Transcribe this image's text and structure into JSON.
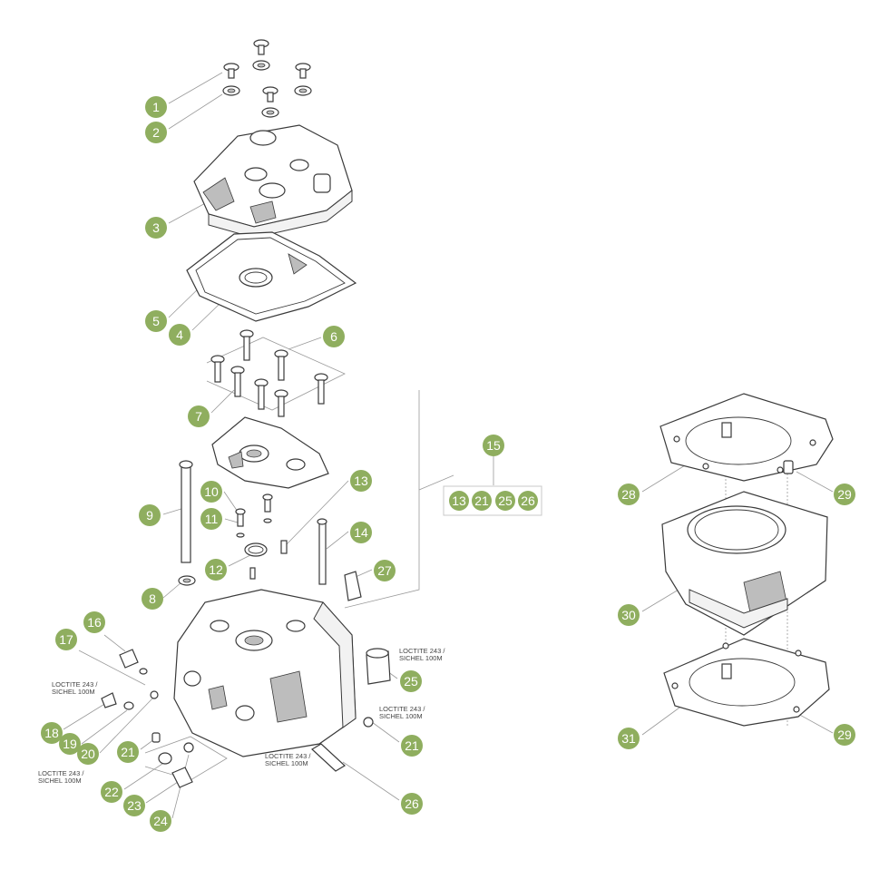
{
  "diagram": {
    "callouts": [
      {
        "id": "c1",
        "label": "1"
      },
      {
        "id": "c2",
        "label": "2"
      },
      {
        "id": "c3",
        "label": "3"
      },
      {
        "id": "c4",
        "label": "4"
      },
      {
        "id": "c5",
        "label": "5"
      },
      {
        "id": "c6",
        "label": "6"
      },
      {
        "id": "c7",
        "label": "7"
      },
      {
        "id": "c8",
        "label": "8"
      },
      {
        "id": "c9",
        "label": "9"
      },
      {
        "id": "c10",
        "label": "10"
      },
      {
        "id": "c11",
        "label": "11"
      },
      {
        "id": "c12",
        "label": "12"
      },
      {
        "id": "c13",
        "label": "13"
      },
      {
        "id": "c14",
        "label": "14"
      },
      {
        "id": "c15",
        "label": "15"
      },
      {
        "id": "c16",
        "label": "16"
      },
      {
        "id": "c17",
        "label": "17"
      },
      {
        "id": "c18",
        "label": "18"
      },
      {
        "id": "c19",
        "label": "19"
      },
      {
        "id": "c20",
        "label": "20"
      },
      {
        "id": "c21a",
        "label": "21"
      },
      {
        "id": "c21b",
        "label": "21"
      },
      {
        "id": "c22",
        "label": "22"
      },
      {
        "id": "c23",
        "label": "23"
      },
      {
        "id": "c24",
        "label": "24"
      },
      {
        "id": "c25",
        "label": "25"
      },
      {
        "id": "c26",
        "label": "26"
      },
      {
        "id": "c27",
        "label": "27"
      },
      {
        "id": "c28",
        "label": "28"
      },
      {
        "id": "c29a",
        "label": "29"
      },
      {
        "id": "c29b",
        "label": "29"
      },
      {
        "id": "c30",
        "label": "30"
      },
      {
        "id": "c31",
        "label": "31"
      }
    ],
    "kit": {
      "items": [
        "13",
        "21",
        "25",
        "26"
      ]
    },
    "notes": [
      {
        "id": "n1",
        "line1": "LOCTITE 243 /",
        "line2": "SICHEL 100M"
      },
      {
        "id": "n2",
        "line1": "LOCTITE 243 /",
        "line2": "SICHEL 100M"
      },
      {
        "id": "n3",
        "line1": "LOCTITE 243 /",
        "line2": "SICHEL 100M"
      },
      {
        "id": "n4",
        "line1": "LOCTITE 243 /",
        "line2": "SICHEL 100M"
      },
      {
        "id": "n5",
        "line1": "LOCTITE 243 /",
        "line2": "SICHEL 100M"
      }
    ],
    "colors": {
      "callout_fill": "#8fae5f",
      "callout_text": "#ffffff",
      "line": "#3a3a3a"
    }
  }
}
